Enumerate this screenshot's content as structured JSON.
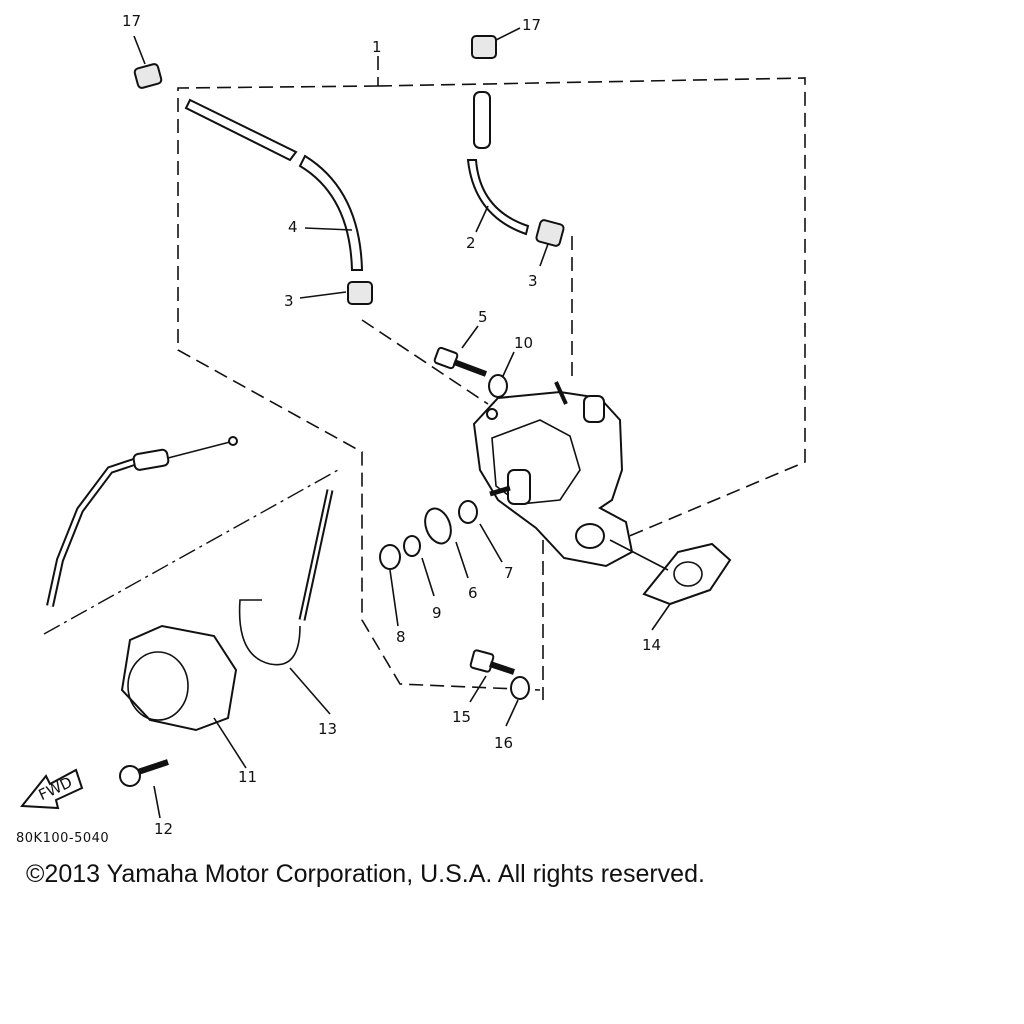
{
  "diagram": {
    "drawing_code": "80K100-5040",
    "fwd_label": "FWD",
    "callouts": [
      "1",
      "2",
      "3",
      "3",
      "4",
      "5",
      "6",
      "7",
      "8",
      "9",
      "10",
      "11",
      "12",
      "13",
      "14",
      "15",
      "16",
      "17",
      "17"
    ]
  },
  "footer": {
    "copyright": "©2013 Yamaha Motor Corporation, U.S.A. All rights reserved."
  }
}
